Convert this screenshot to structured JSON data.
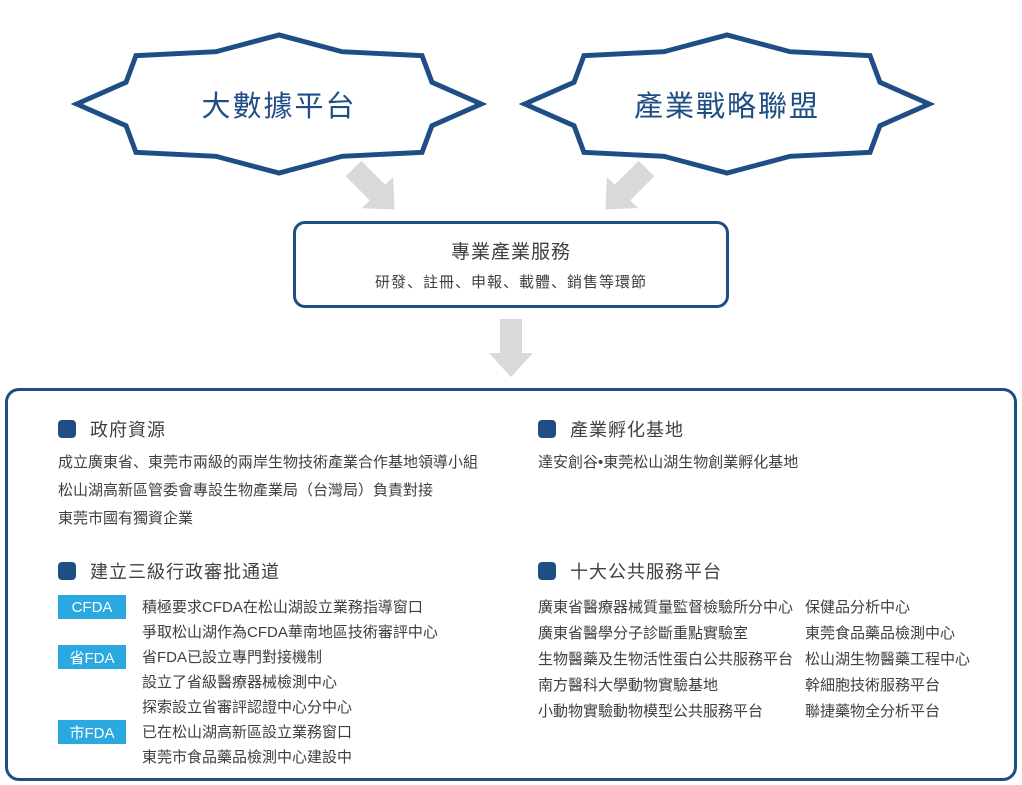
{
  "colors": {
    "primary": "#1E4E83",
    "badge_blue": "#29A9E0",
    "arrow_gray": "#D9D9D9",
    "text": "#404040"
  },
  "top_shapes": [
    {
      "label": "大數據平台"
    },
    {
      "label": "產業戰略聯盟"
    }
  ],
  "service_box": {
    "title": "專業產業服務",
    "subtitle": "研發、註冊、申報、載體、銷售等環節"
  },
  "panel": {
    "government": {
      "title": "政府資源",
      "lines": [
        "成立廣東省、東莞市兩級的兩岸生物技術產業合作基地領導小組",
        "松山湖高新區管委會專設生物產業局（台灣局）負責對接",
        "東莞市國有獨資企業"
      ]
    },
    "incubation": {
      "title": "產業孵化基地",
      "lines": [
        "達安創谷•東莞松山湖生物創業孵化基地"
      ]
    },
    "approval": {
      "title": "建立三級行政審批通道",
      "groups": [
        {
          "badge": "CFDA",
          "lines": [
            "積極要求CFDA在松山湖設立業務指導窗口",
            "爭取松山湖作為CFDA華南地區技術審評中心"
          ]
        },
        {
          "badge": "省FDA",
          "lines": [
            "省FDA已設立專門對接機制",
            "設立了省級醫療器械檢測中心",
            "探索設立省審評認證中心分中心"
          ]
        },
        {
          "badge": "市FDA",
          "lines": [
            "已在松山湖高新區設立業務窗口",
            "東莞市食品藥品檢測中心建設中"
          ]
        }
      ]
    },
    "platforms": {
      "title": "十大公共服務平台",
      "column1": [
        "廣東省醫療器械質量監督檢驗所分中心",
        "廣東省醫學分子診斷重點實驗室",
        "生物醫藥及生物活性蛋白公共服務平台",
        "南方醫科大學動物實驗基地",
        "小動物實驗動物模型公共服務平台"
      ],
      "column2": [
        "保健品分析中心",
        "東莞食品藥品檢測中心",
        "松山湖生物醫藥工程中心",
        "幹細胞技術服務平台",
        "聯捷藥物全分析平台"
      ]
    }
  }
}
